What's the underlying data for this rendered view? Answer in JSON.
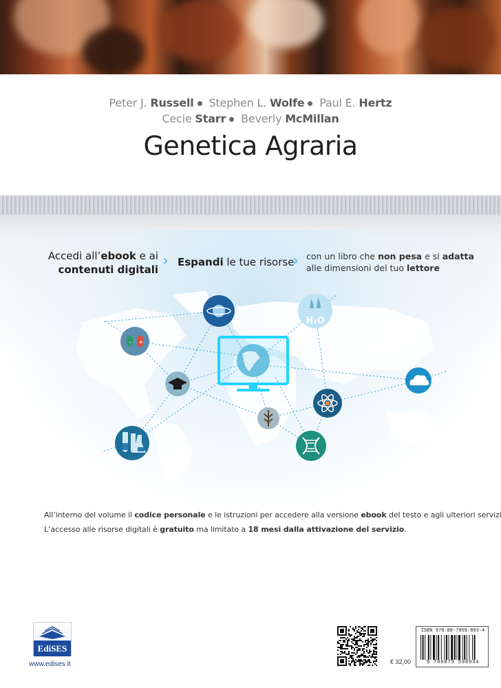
{
  "authors": {
    "line1": [
      {
        "first": "Peter J.",
        "last": "Russell"
      },
      {
        "first": "Stephen L.",
        "last": "Wolfe"
      },
      {
        "first": "Paul E.",
        "last": "Hertz"
      }
    ],
    "line2": [
      {
        "first": "Cecie",
        "last": "Starr"
      },
      {
        "first": "Beverly",
        "last": "McMillan"
      }
    ]
  },
  "title": "Genetica Agraria",
  "taglines": {
    "access": {
      "pre": "Accedi all’",
      "ebook": "ebook",
      "mid": " e ai",
      "line2": "contenuti digitali"
    },
    "expand": {
      "bold": "Espandi",
      "rest": " le tue risorse"
    },
    "book": {
      "pre": "con un libro che ",
      "b1": "non pesa",
      "mid": " e si ",
      "b2": "adatta",
      "pre2": "alle dimensioni del tuo ",
      "b3": "lettore"
    }
  },
  "icons": [
    "planet-icon",
    "water-h2o-icon",
    "test-tubes-icon",
    "graduation-cap-icon",
    "monitor-globe-icon",
    "cloud-icon",
    "atom-icon",
    "wheat-icon",
    "beakers-icon",
    "dna-icon"
  ],
  "h2o_label": "H₂O",
  "info": {
    "l1": {
      "p1": "All’interno del volume il ",
      "b1": "codice personale",
      "p2": " e le istruzioni per accedere alla versione ",
      "b2": "ebook",
      "p3": " del testo e agli ulteriori servizi."
    },
    "l2": {
      "p1": "L’accesso alle risorse digitali è ",
      "b1": "gratuito",
      "p2": " ma limitato a ",
      "b2": "18 mesi dalla attivazione del servizio",
      "p3": "."
    }
  },
  "publisher": {
    "name": "EdiSES",
    "url": "www.edises.it"
  },
  "price": "€ 32,00",
  "isbn": "ISBN 978-88-7959-893-4",
  "barcode_number": "9 788879 598934",
  "colors": {
    "accent": "#5bb3dd",
    "icon_bg": "#2a93b8",
    "logo_blue": "#1e4b9e"
  }
}
